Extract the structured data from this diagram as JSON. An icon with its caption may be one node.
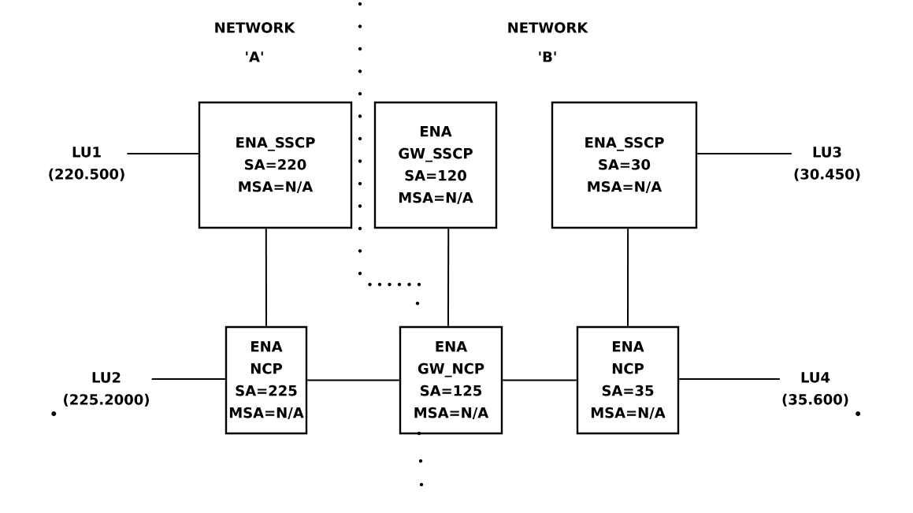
{
  "diagram": {
    "nodes": [
      {
        "text": [
          "ENA_SSCP",
          "SA=220",
          "MSA=N/A"
        ]
      },
      {
        "text": [
          "ENA",
          "GW_SSCP",
          "SA=120",
          "MSA=N/A"
        ]
      },
      {
        "text": [
          "ENA_SSCP",
          "SA=30",
          "MSA=N/A"
        ]
      },
      {
        "text": [
          "ENA",
          "NCP",
          "SA=225",
          "MSA=N/A"
        ]
      },
      {
        "text": [
          "ENA",
          "GW_NCP",
          "SA=125",
          "MSA=N/A"
        ]
      },
      {
        "text": [
          "ENA",
          "NCP",
          "SA=35",
          "MSA=N/A"
        ]
      },
      {
        "text": [
          "LU1",
          "(220.500)"
        ]
      },
      {
        "text": [
          "LU3",
          "(30.450)"
        ]
      },
      {
        "text": [
          "LU2",
          "(225.2000)"
        ]
      },
      {
        "text": [
          "LU4",
          "(35.600)"
        ]
      }
    ],
    "edges": [
      {
        "from": 6,
        "to": 0,
        "arrow": "none"
      },
      {
        "from": 0,
        "to": 3,
        "arrow": "none"
      },
      {
        "from": 1,
        "to": 4,
        "arrow": "none"
      },
      {
        "from": 2,
        "to": 5,
        "arrow": "none"
      },
      {
        "from": 2,
        "to": 7,
        "arrow": "none"
      },
      {
        "from": 8,
        "to": 3,
        "arrow": "none"
      },
      {
        "from": 3,
        "to": 4,
        "arrow": "none"
      },
      {
        "from": 4,
        "to": 5,
        "arrow": "none"
      },
      {
        "from": 5,
        "to": 9,
        "arrow": "none"
      }
    ],
    "labels": [
      "NETWORK",
      "'A'",
      "NETWORK",
      "'B'"
    ]
  }
}
